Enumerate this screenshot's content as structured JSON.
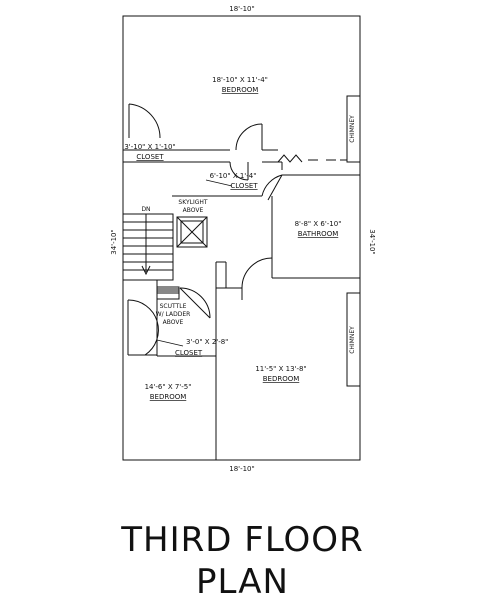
{
  "dimensions": {
    "top": "18'-10\"",
    "bottom": "18'-10\"",
    "left": "34'-10\"",
    "right": "34'-10\""
  },
  "rooms": {
    "bedroom_top": {
      "size": "18'-10\" X 11'-4\"",
      "name": "BEDROOM"
    },
    "closet_left": {
      "size": "3'-10\" X 1'-10\"",
      "name": "CLOSET"
    },
    "closet_mid": {
      "size": "6'-10\" X 1'-4\"",
      "name": "CLOSET"
    },
    "bathroom": {
      "size": "8'-8\" X 6'-10\"",
      "name": "BATHROOM"
    },
    "closet_small": {
      "size": "3'-0\" X 2'-8\"",
      "name": "CLOSET"
    },
    "bedroom_left": {
      "size": "14'-6\" X 7'-5\"",
      "name": "BEDROOM"
    },
    "bedroom_right": {
      "size": "11'-5\" X 13'-8\"",
      "name": "BEDROOM"
    }
  },
  "notes": {
    "chimney_top": "CHIMNEY",
    "chimney_bottom": "CHIMNEY",
    "stair_dn": "DN",
    "skylight_1": "SKYLIGHT",
    "skylight_2": "ABOVE",
    "scuttle_1": "SCUTTLE",
    "scuttle_2": "W/ LADDER",
    "scuttle_3": "ABOVE"
  },
  "title": {
    "line1": "THIRD FLOOR",
    "line2": "PLAN"
  }
}
